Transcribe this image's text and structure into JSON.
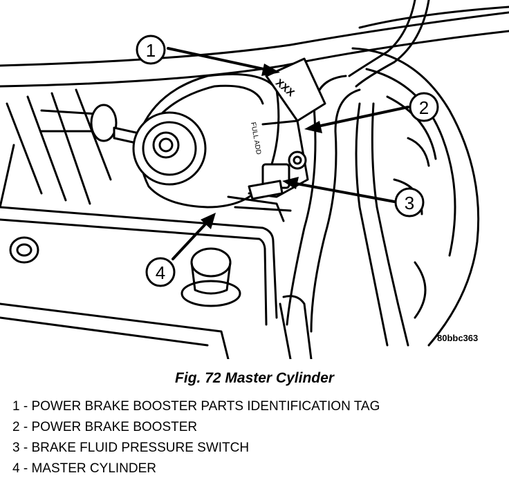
{
  "figure": {
    "tag_text": "XXX",
    "reservoir_text": "FULL ADD",
    "part_code": "80bbc363",
    "callouts": [
      "1",
      "2",
      "3",
      "4"
    ]
  },
  "caption": "Fig. 72 Master Cylinder",
  "legend": [
    {
      "num": "1",
      "sep": " - ",
      "label": "POWER BRAKE BOOSTER PARTS IDENTIFICATION TAG"
    },
    {
      "num": "2",
      "sep": " - ",
      "label": "POWER BRAKE BOOSTER"
    },
    {
      "num": "3",
      "sep": " - ",
      "label": "BRAKE FLUID PRESSURE SWITCH"
    },
    {
      "num": "4",
      "sep": " - ",
      "label": "MASTER CYLINDER"
    }
  ]
}
